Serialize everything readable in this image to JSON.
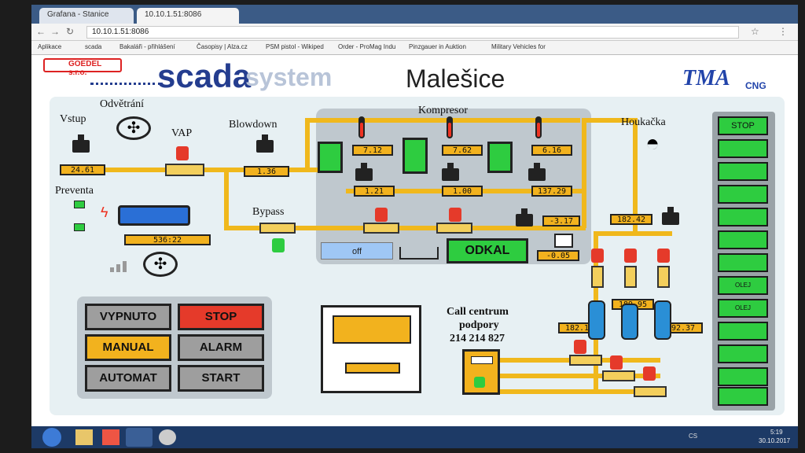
{
  "browser": {
    "tabs": [
      {
        "label": "Grafana - Stanice"
      },
      {
        "label": "10.10.1.51:8086"
      }
    ],
    "url": "10.10.1.51:8086",
    "bookmarks": [
      "Aplikace",
      "scada",
      "Bakaláři - přihlášení",
      "Časopisy | Alza.cz",
      "PSM pistol - Wikiped",
      "Order - ProMag Indu",
      "Pinzgauer in Auktion",
      "Military Vehicles for"
    ]
  },
  "header": {
    "company_logo": "GOEDEL s.r.o.",
    "scada_word": "scada",
    "system_word": "system",
    "title": "Malešice",
    "brand": "CNG"
  },
  "labels": {
    "vstup": "Vstup",
    "odvetrani": "Odvětrání",
    "vap": "VAP",
    "blowdown": "Blowdown",
    "preventa": "Preventa",
    "bypass": "Bypass",
    "kompresor": "Kompresor",
    "houkacka": "Houkačka",
    "call_centrum": "Call centrum",
    "podpory": "podpory",
    "phone": "214 214 827"
  },
  "values": {
    "vstup": "24.61",
    "blowdown": "1.36",
    "preventa_time": "536:22",
    "k1_temp": "7.12",
    "k1_press": "1.21",
    "k2_temp": "7.62",
    "k2_press": "1.00",
    "k3_temp": "6.16",
    "k3_press": "137.29",
    "k3_aux": "-3.17",
    "k3_aux2": "-0.05",
    "outlet": "182.42",
    "bank_left": "182.11",
    "bank_mid": "189.95",
    "bank_right": "192.37"
  },
  "compressor_panel": {
    "off_label": "off",
    "odkal_label": "ODKAL"
  },
  "control_buttons": {
    "vypnuto": "VYPNUTO",
    "stop": "STOP",
    "manual": "MANUAL",
    "alarm": "ALARM",
    "automat": "AUTOMAT",
    "start": "START"
  },
  "side_panel": [
    "STOP",
    "",
    "",
    "",
    "",
    "",
    "",
    "OLEJ",
    "OLEJ",
    "",
    "",
    "",
    ""
  ],
  "taskbar": {
    "lang": "CS",
    "time": "5:19",
    "date": "30.10.2017"
  },
  "colors": {
    "pipe": "#f0b81c",
    "value_bg": "#f2b21e",
    "green": "#2ecc40",
    "red": "#e53a2a",
    "gray": "#9e9e9e",
    "blue_tank": "#2a8fd6"
  }
}
